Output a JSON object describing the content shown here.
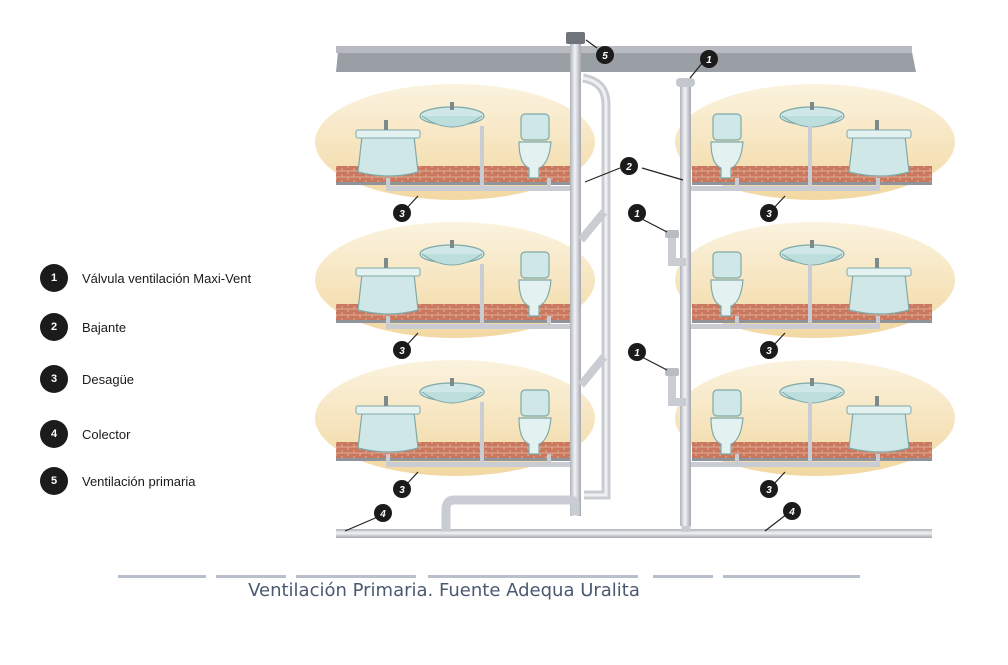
{
  "legend": [
    {
      "num": "1",
      "label": "Válvula ventilación Maxi-Vent"
    },
    {
      "num": "2",
      "label": "Bajante"
    },
    {
      "num": "3",
      "label": "Desagüe"
    },
    {
      "num": "4",
      "label": "Colector"
    },
    {
      "num": "5",
      "label": "Ventilación primaria"
    }
  ],
  "callouts": {
    "c1": "1",
    "c2": "2",
    "c3": "3",
    "c4": "4",
    "c5": "5"
  },
  "caption": "Ventilación Primaria. Fuente Adequa Uralita",
  "colors": {
    "pipe": "#c9ccd2",
    "slab": "#8f939a",
    "wall": "#f3dfae",
    "brick": "#c9785e",
    "fixture": "#cfe7e6",
    "caption": "#4a5870"
  }
}
